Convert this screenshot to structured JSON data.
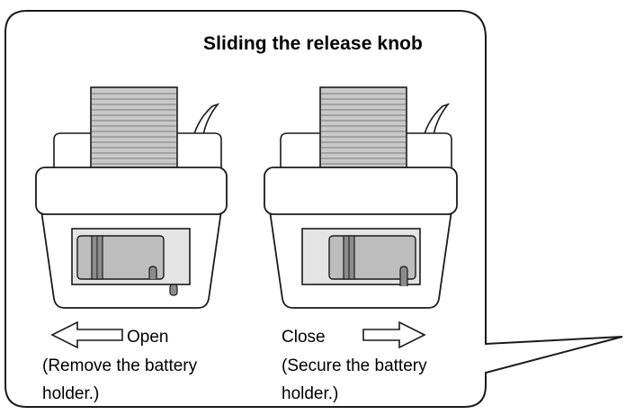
{
  "title": "Sliding the release knob",
  "open": {
    "label": "Open",
    "description_line1": "(Remove the battery",
    "description_line2": "holder.)"
  },
  "close": {
    "label": "Close",
    "description_line1": "(Secure the battery",
    "description_line2": "holder.)"
  },
  "colors": {
    "line": "#1a1a1a",
    "housing_fill": "#ffffff",
    "strap_fill": "#c9c9c9",
    "strap_lines": "#7a7a7a",
    "window_fill": "#e4e4e4",
    "knob_fill": "#bdbdbd",
    "knob_dark": "#8c8c8c"
  }
}
